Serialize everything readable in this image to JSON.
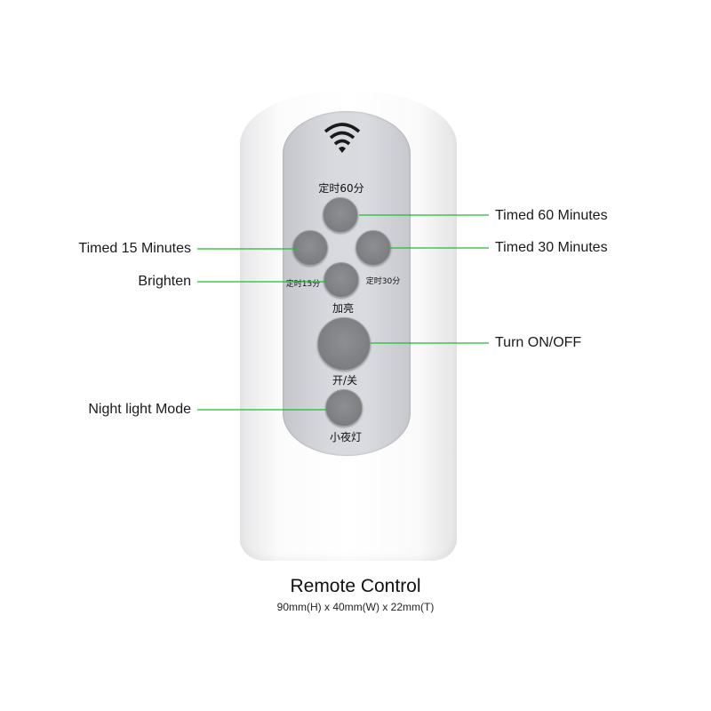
{
  "remote": {
    "buttons": {
      "timed60": {
        "label": "定时60分"
      },
      "timed15": {
        "label": "定时15分"
      },
      "timed30": {
        "label": "定时30分"
      },
      "brighten": {
        "label": "加亮"
      },
      "power": {
        "label": "开/关"
      },
      "night": {
        "label": "小夜灯"
      }
    },
    "icon": "wifi-signal-icon"
  },
  "callouts": {
    "timed60": "Timed 60 Minutes",
    "timed15": "Timed 15 Minutes",
    "timed30": "Timed 30 Minutes",
    "brighten": "Brighten",
    "power": "Turn ON/OFF",
    "night": "Night light Mode"
  },
  "caption": {
    "title": "Remote Control",
    "dimensions": "90mm(H) x 40mm(W) x 22mm(T)"
  },
  "colors": {
    "leader_line": "#1dbf2a",
    "button": "#7e8083",
    "panel": "#d7d9de"
  }
}
